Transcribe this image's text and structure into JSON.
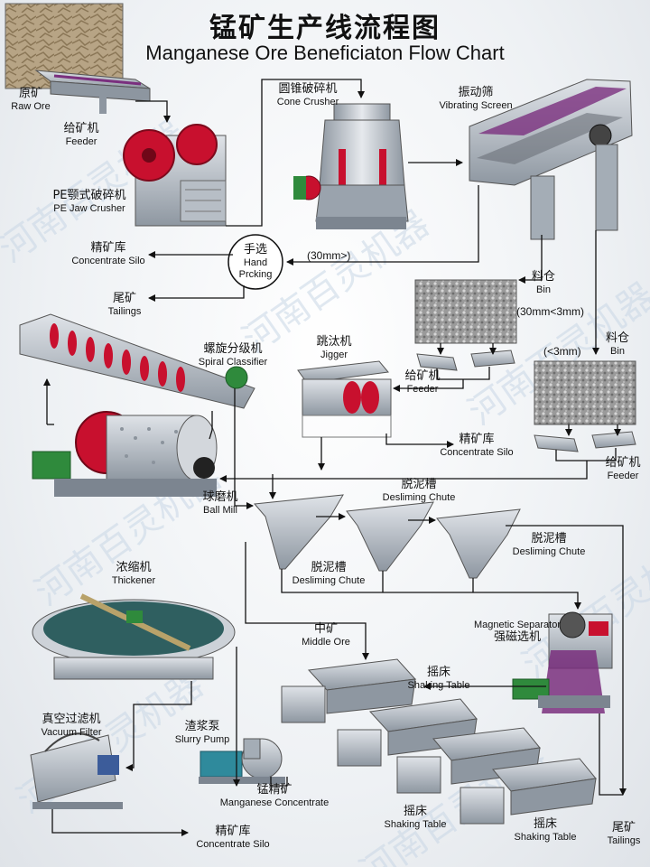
{
  "title": {
    "zh": "锰矿生产线流程图",
    "en": "Manganese Ore Beneficiaton Flow Chart"
  },
  "labels": {
    "raw_ore": {
      "zh": "原矿",
      "en": "Raw Ore"
    },
    "feeder_1": {
      "zh": "给矿机",
      "en": "Feeder"
    },
    "jaw_crusher": {
      "zh": "PE颚式破碎机",
      "en": "PE Jaw Crusher"
    },
    "cone_crusher": {
      "zh": "圆锥破碎机",
      "en": "Cone Crusher"
    },
    "vibrating_screen": {
      "zh": "振动筛",
      "en": "Vibrating Screen"
    },
    "concentrate_silo_1": {
      "zh": "精矿库",
      "en": "Concentrate Silo"
    },
    "hand_picking": {
      "zh": "手选",
      "en": "Hand",
      "en2": "Prcking"
    },
    "tailings_1": {
      "zh": "尾矿",
      "en": "Tailings"
    },
    "bin_1": {
      "zh": "料仓",
      "en": "Bin"
    },
    "bin_2": {
      "zh": "料仓",
      "en": "Bin"
    },
    "spiral_classifier": {
      "zh": "螺旋分级机",
      "en": "Spiral Classifier"
    },
    "jigger": {
      "zh": "跳汰机",
      "en": "Jigger"
    },
    "feeder_2": {
      "zh": "给矿机",
      "en": "Feeder"
    },
    "feeder_3": {
      "zh": "给矿机",
      "en": "Feeder"
    },
    "concentrate_silo_2": {
      "zh": "精矿库",
      "en": "Concentrate Silo"
    },
    "ball_mill": {
      "zh": "球磨机",
      "en": "Ball Mill"
    },
    "desliming_chute_1": {
      "zh": "脱泥槽",
      "en": "Desliming Chute"
    },
    "desliming_chute_2": {
      "zh": "脱泥槽",
      "en": "Desliming Chute"
    },
    "desliming_chute_3": {
      "zh": "脱泥槽",
      "en": "Desliming Chute"
    },
    "thickener": {
      "zh": "浓缩机",
      "en": "Thickener"
    },
    "middle_ore": {
      "zh": "中矿",
      "en": "Middle Ore"
    },
    "magnetic_separator": {
      "zh": "强磁选机",
      "en": "Magnetic Separator"
    },
    "shaking_table_1": {
      "zh": "摇床",
      "en": "Shaking Table"
    },
    "shaking_table_2": {
      "zh": "摇床",
      "en": "Shaking Table"
    },
    "shaking_table_3": {
      "zh": "摇床",
      "en": "Shaking Table"
    },
    "vacuum_filter": {
      "zh": "真空过滤机",
      "en": "Vacuum Filter"
    },
    "slurry_pump": {
      "zh": "渣浆泵",
      "en": "Slurry Pump"
    },
    "manganese_concentrate": {
      "zh": "锰精矿",
      "en": "Manganese Concentrate"
    },
    "concentrate_silo_3": {
      "zh": "精矿库",
      "en": "Concentrate Silo"
    },
    "tailings_2": {
      "zh": "尾矿",
      "en": "Tailings"
    }
  },
  "mesh": {
    "over_30": "(30mm>)",
    "range_3_30": "(30mm<3mm)",
    "under_3": "(<3mm)"
  },
  "watermark": "河南百灵机器",
  "colors": {
    "machine": "#a9b1ba",
    "red": "#c8102e",
    "green": "#2f8a3c",
    "purple": "#7a2f7e",
    "arrow": "#111111"
  }
}
